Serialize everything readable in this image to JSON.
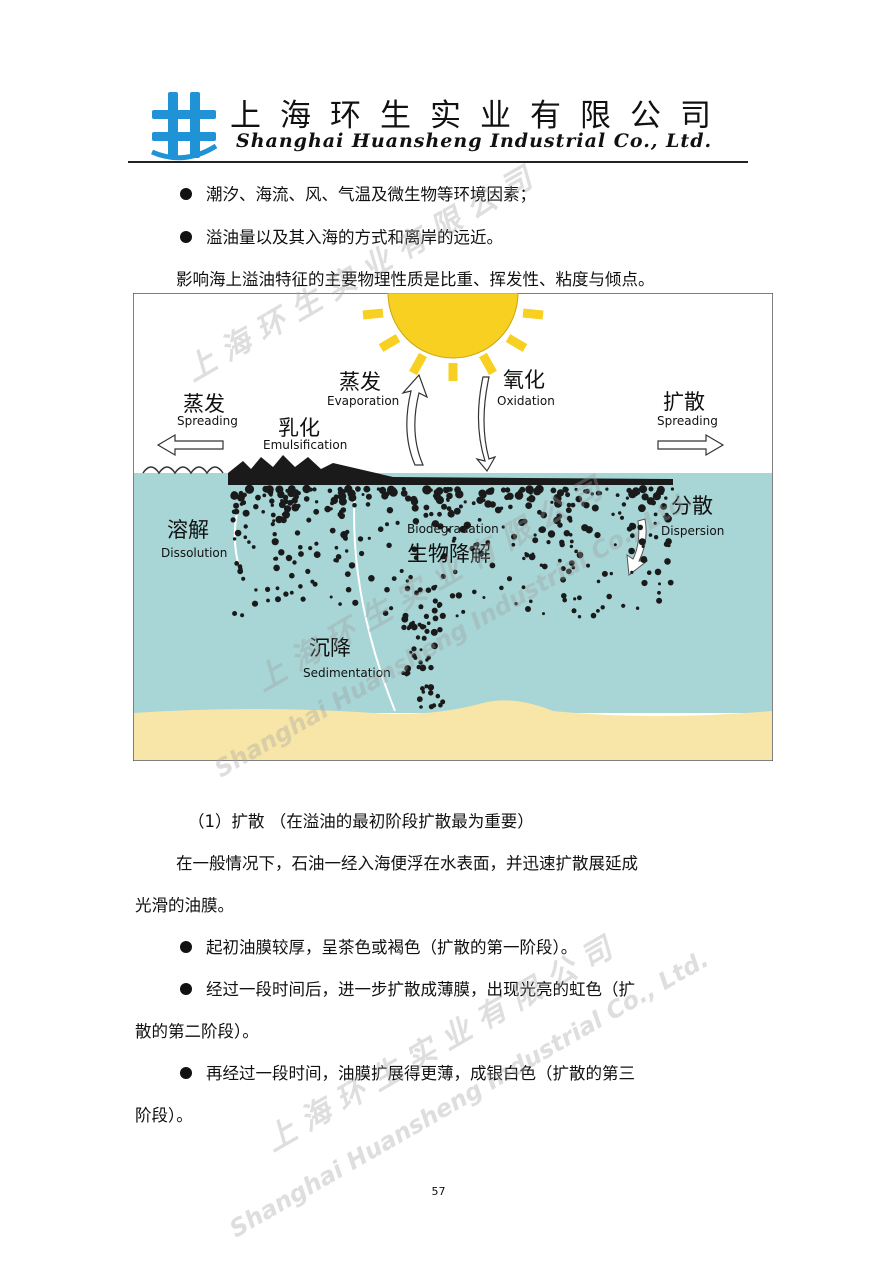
{
  "header": {
    "company_cn": "上海环生实业有限公司",
    "company_en": "Shanghai Huansheng Industrial Co., Ltd.",
    "logo": "huansheng-logo",
    "logo_color": "#1f93d6"
  },
  "top_bullets": [
    "潮汐、海流、风、气温及微生物等环境因素；",
    "溢油量以及其入海的方式和离岸的远近。"
  ],
  "intro_line": "影响海上溢油特征的主要物理性质是比重、挥发性、粘度与倾点。",
  "figure": {
    "labels": {
      "evaporation_cn": "蒸发",
      "evaporation_en": "Evaporation",
      "oxidation_cn": "氧化",
      "oxidation_en": "Oxidation",
      "spreading_left_cn": "蒸发",
      "spreading_left_en": "Spreading",
      "spreading_right_cn": "扩散",
      "spreading_right_en": "Spreading",
      "emulsification_cn": "乳化",
      "emulsification_en": "Emulsification",
      "dissolution_cn": "溶解",
      "dissolution_en": "Dissolution",
      "biodegradation_cn": "生物降解",
      "biodegradation_en": "Biodegradation",
      "dispersion_cn": "分散",
      "dispersion_en": "Dispersion",
      "sedimentation_cn": "沉降",
      "sedimentation_en": "Sedimentation"
    },
    "colors": {
      "sky": "#ffffff",
      "sea": "#a8d5d6",
      "seabed": "#f7e6a8",
      "sun": "#f8d021",
      "oil": "#1a1a1a"
    }
  },
  "section": {
    "heading": "（1）扩散 （在溢油的最初阶段扩散最为重要）",
    "para1_line1": "在一般情况下，石油一经入海便浮在水表面，并迅速扩散展延成",
    "para1_line2": "光滑的油膜。",
    "bullet1": "起初油膜较厚，呈茶色或褐色（扩散的第一阶段）。",
    "bullet2_line1": "经过一段时间后，进一步扩散成薄膜，出现光亮的虹色（扩",
    "bullet2_line2": "散的第二阶段）。",
    "bullet3_line1": "再经过一段时间，油膜扩展得更薄，成银白色（扩散的第三",
    "bullet3_line2": "阶段）。"
  },
  "watermark": {
    "cn": "上 海 环 生 实 业 有 限 公 司",
    "en": "Shanghai Huansheng Industrial Co., Ltd."
  },
  "page_number": "57"
}
